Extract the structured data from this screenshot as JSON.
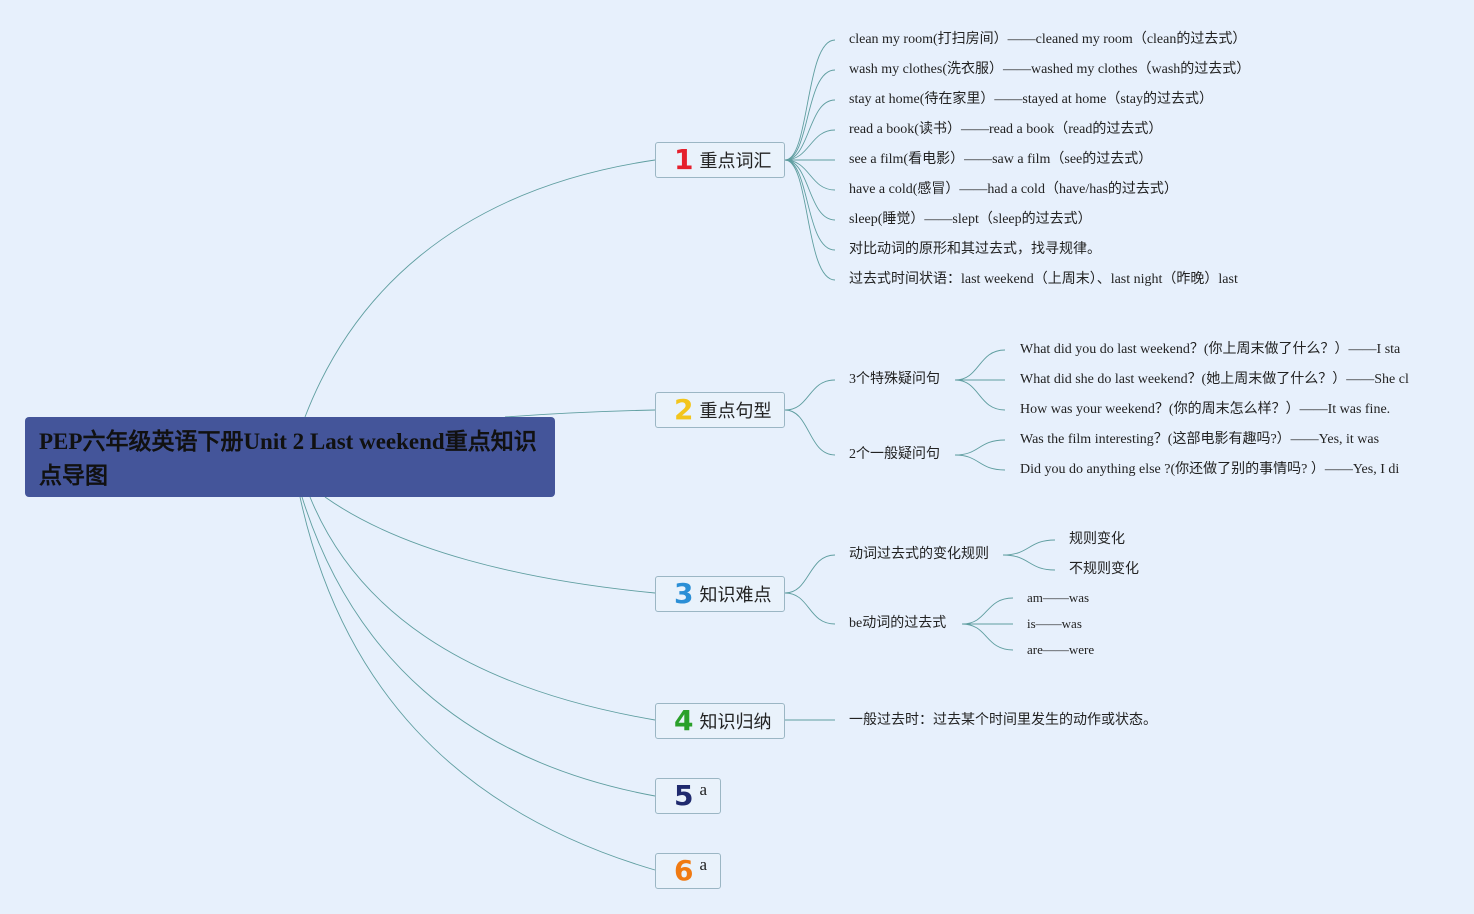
{
  "root": {
    "title": "PEP六年级英语下册Unit 2 Last weekend重点知识点导图"
  },
  "colors": {
    "root_bg": "#44559a",
    "line": "#5f9ea0",
    "n1": "#e5202c",
    "n2": "#f3c51b",
    "n3": "#2b8fd6",
    "n4": "#2aa02a",
    "n5": "#1f2a6e",
    "n6": "#f07a12"
  },
  "branches": [
    {
      "num": "1",
      "label": "重点词汇"
    },
    {
      "num": "2",
      "label": "重点句型"
    },
    {
      "num": "3",
      "label": "知识难点"
    },
    {
      "num": "4",
      "label": "知识归纳"
    },
    {
      "num": "5",
      "label": "a"
    },
    {
      "num": "6",
      "label": "a"
    }
  ],
  "vocab": [
    "clean my room(打扫房间）——cleaned my room（clean的过去式）",
    "wash my clothes(洗衣服）——washed my clothes（wash的过去式）",
    "stay at home(待在家里）——stayed at home（stay的过去式）",
    "read a book(读书）——read a book（read的过去式）",
    "see a film(看电影）——saw a film（see的过去式）",
    "have a cold(感冒）——had a cold（have/has的过去式）",
    "sleep(睡觉）——slept（sleep的过去式）",
    "对比动词的原形和其过去式，找寻规律。",
    "过去式时间状语：last weekend（上周末）、last night（昨晚）last"
  ],
  "sentences": {
    "wh_label": "3个特殊疑问句",
    "wh": [
      "What did you do last weekend？(你上周末做了什么？）——I sta",
      "What did she do last weekend？(她上周末做了什么？）——She cl",
      "How was your weekend？(你的周末怎么样？）——It was fine."
    ],
    "yn_label": "2个一般疑问句",
    "yn": [
      "Was the film interesting？(这部电影有趣吗?）——Yes, it was",
      "Did you do anything else ?(你还做了别的事情吗? ）——Yes, I di"
    ]
  },
  "difficulty": {
    "rule_label": "动词过去式的变化规则",
    "rules": [
      "规则变化",
      "不规则变化"
    ],
    "be_label": "be动词的过去式",
    "be": [
      "am——was",
      "is——was",
      "are——were"
    ]
  },
  "summary": {
    "text": "一般过去时：过去某个时间里发生的动作或状态。"
  }
}
